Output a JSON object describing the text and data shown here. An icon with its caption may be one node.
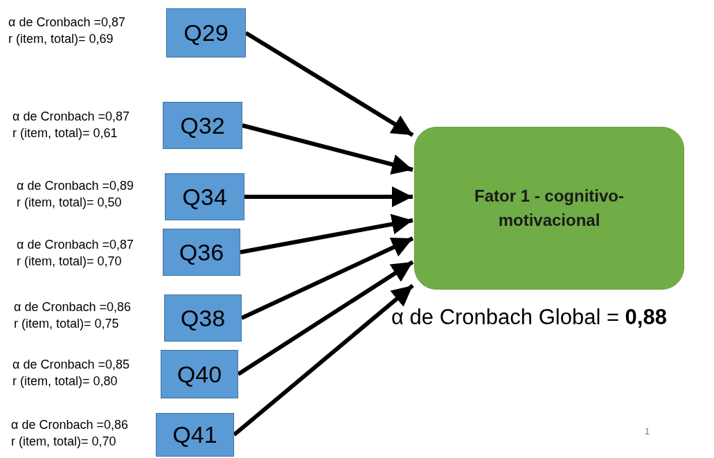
{
  "diagram": {
    "nodes": [
      {
        "text": [
          "Q29"
        ],
        "beside": [
          "α de Cronbach =0,87",
          "r (item, total)= 0,69"
        ]
      },
      {
        "text": [
          "Q32"
        ],
        "beside": [
          "α de Cronbach =0,87",
          "r (item, total)= 0,61"
        ]
      },
      {
        "text": [
          "Q34"
        ],
        "beside": [
          "α de Cronbach =0,89",
          "r (item, total)= 0,50"
        ]
      },
      {
        "text": [
          "Q36"
        ],
        "beside": [
          "α de Cronbach =0,87",
          "r (item, total)= 0,70"
        ]
      },
      {
        "text": [
          "Q38"
        ],
        "beside": [
          "α de Cronbach =0,86",
          "r (item, total)= 0,75"
        ]
      },
      {
        "text": [
          "Q40"
        ],
        "beside": [
          "α de Cronbach =0,85",
          "r (item, total)= 0,80"
        ]
      },
      {
        "text": [
          "Q41"
        ],
        "beside": [
          "α de Cronbach =0,86",
          "r (item, total)= 0,70"
        ]
      },
      {
        "text": [
          "Fator 1 - cognitivo-motivacional"
        ],
        "beside": [
          "α de Cronbach Global = **0,88**"
        ]
      }
    ],
    "edges": [
      {
        "from": 0,
        "to": 7,
        "arrow": "to"
      },
      {
        "from": 1,
        "to": 7,
        "arrow": "to"
      },
      {
        "from": 2,
        "to": 7,
        "arrow": "to"
      },
      {
        "from": 3,
        "to": 7,
        "arrow": "to"
      },
      {
        "from": 4,
        "to": 7,
        "arrow": "to"
      },
      {
        "from": 5,
        "to": 7,
        "arrow": "to"
      },
      {
        "from": 6,
        "to": 7,
        "arrow": "to"
      }
    ],
    "labels": [
      "1"
    ]
  }
}
